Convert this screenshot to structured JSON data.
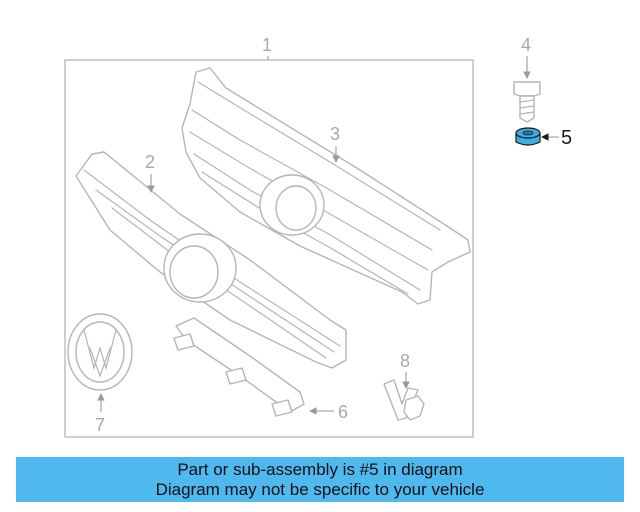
{
  "callouts": {
    "p1": "1",
    "p2": "2",
    "p3": "3",
    "p4": "4",
    "p5": "5",
    "p6": "6",
    "p7": "7",
    "p8": "8"
  },
  "highlight_color": "#3aaee3",
  "banner": {
    "line1": "Part or sub-assembly is #5 in diagram",
    "line2": "Diagram may not be specific to your vehicle",
    "color": "#4fb8ef"
  }
}
